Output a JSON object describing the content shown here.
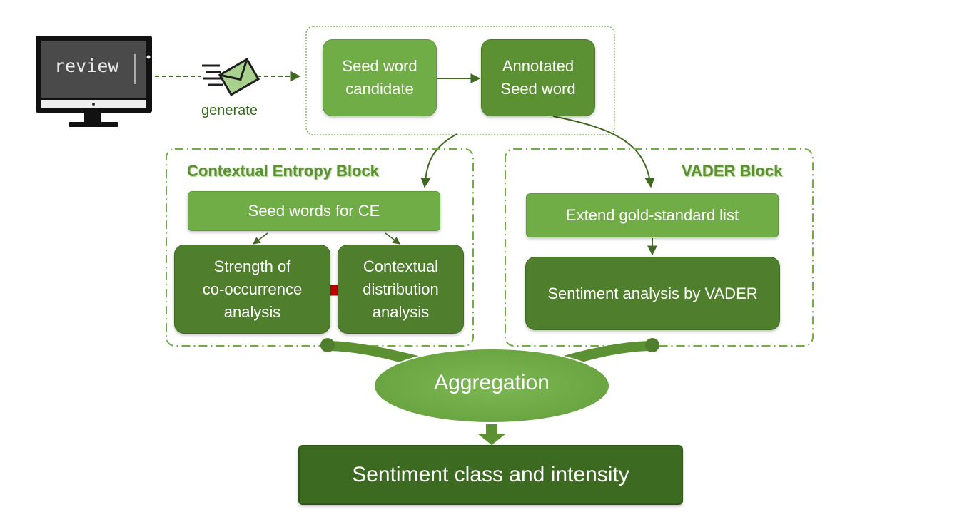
{
  "source": {
    "screen_text": "review",
    "arrow_label": "generate"
  },
  "seed": {
    "candidate": "Seed word\ncandidate",
    "annotated": "Annotated\nSeed word"
  },
  "ce_block": {
    "title": "Contextual Entropy Block",
    "seed_words": "Seed words for CE",
    "strength": "Strength of\nco-occurrence\nanalysis",
    "distribution": "Contextual\ndistribution\nanalysis"
  },
  "vader_block": {
    "title": "VADER Block",
    "extend": "Extend gold-standard list",
    "sentiment": "Sentiment analysis by VADER"
  },
  "aggregation": "Aggregation",
  "output": "Sentiment class and intensity",
  "colors": {
    "light_green": "#70ad47",
    "mid_green": "#5b9132",
    "dark_green": "#3d6a21",
    "accent_red": "#c00000"
  }
}
